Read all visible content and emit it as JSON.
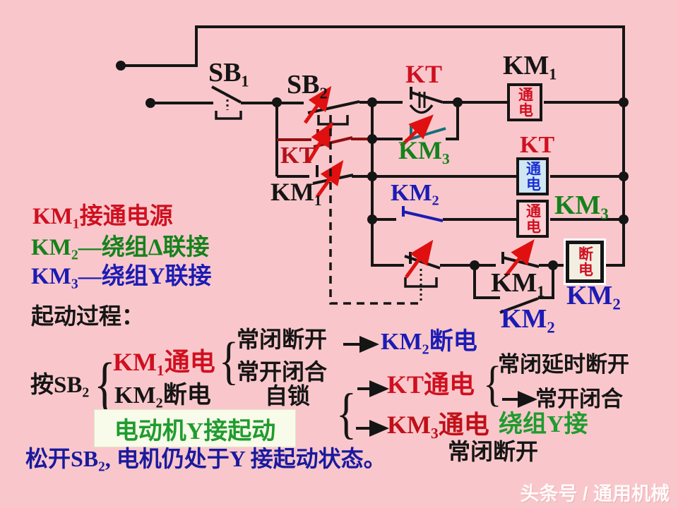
{
  "page": {
    "background": "#f9c7cb",
    "watermark": "头条号 / 通用机械"
  },
  "colors": {
    "wire_black": "#151515",
    "wire_dark_red": "#8f0f0f",
    "contact_teal": "#15707a",
    "arrow_red": "#e01010",
    "label_red": "#cf1020",
    "label_green": "#15821c",
    "label_blue": "#1c1cb4",
    "note_navy": "#1a1a9e",
    "kt_box_bg": "#cfe7f3",
    "km2_box_bg": "#f2eee1",
    "highlight_bg": "#f8fbe9"
  },
  "legend": {
    "line1": "KM₁接通电源",
    "line2": "KM₂—绕组Δ联接",
    "line3": "KM₃—绕组Y联接",
    "process_title": "起动过程："
  },
  "circuit": {
    "labels": {
      "sb1": "SB₁",
      "sb2": "SB₂",
      "kt_parallel": "KT",
      "km1_selflock": "KM₁",
      "kt_timer": "KT",
      "km3_interlock": "KM₃",
      "km2_interlock": "KM₂",
      "km1_aux": "KM₁",
      "km2_aux": "KM₂"
    },
    "coils": {
      "km1": {
        "label": "KM₁",
        "state": "通电"
      },
      "kt": {
        "label": "KT",
        "state": "通电"
      },
      "km3": {
        "label": "KM₃",
        "state": "通电"
      },
      "km2": {
        "label": "KM₂",
        "state": "断电"
      }
    }
  },
  "flow": {
    "brace": "{",
    "press": "按SB₂",
    "km1_on": "KM₁通电",
    "km2_off": "KM₂断电",
    "nc_open": "常闭断开",
    "no_close": "常开闭合",
    "km2_off_result": "KM₂断电",
    "self_lock": "自锁",
    "kt_on": "KT通电",
    "nc_delay_open": "常闭延时断开",
    "no_close2": "常开闭合",
    "km3_on": "KM₃通电",
    "winding_y": "绕组Y接",
    "nc_open2": "常闭断开",
    "motor_y_start": "电动机Y接起动",
    "release_note": "松开SB₂, 电机仍处于Y 接起动状态。"
  }
}
